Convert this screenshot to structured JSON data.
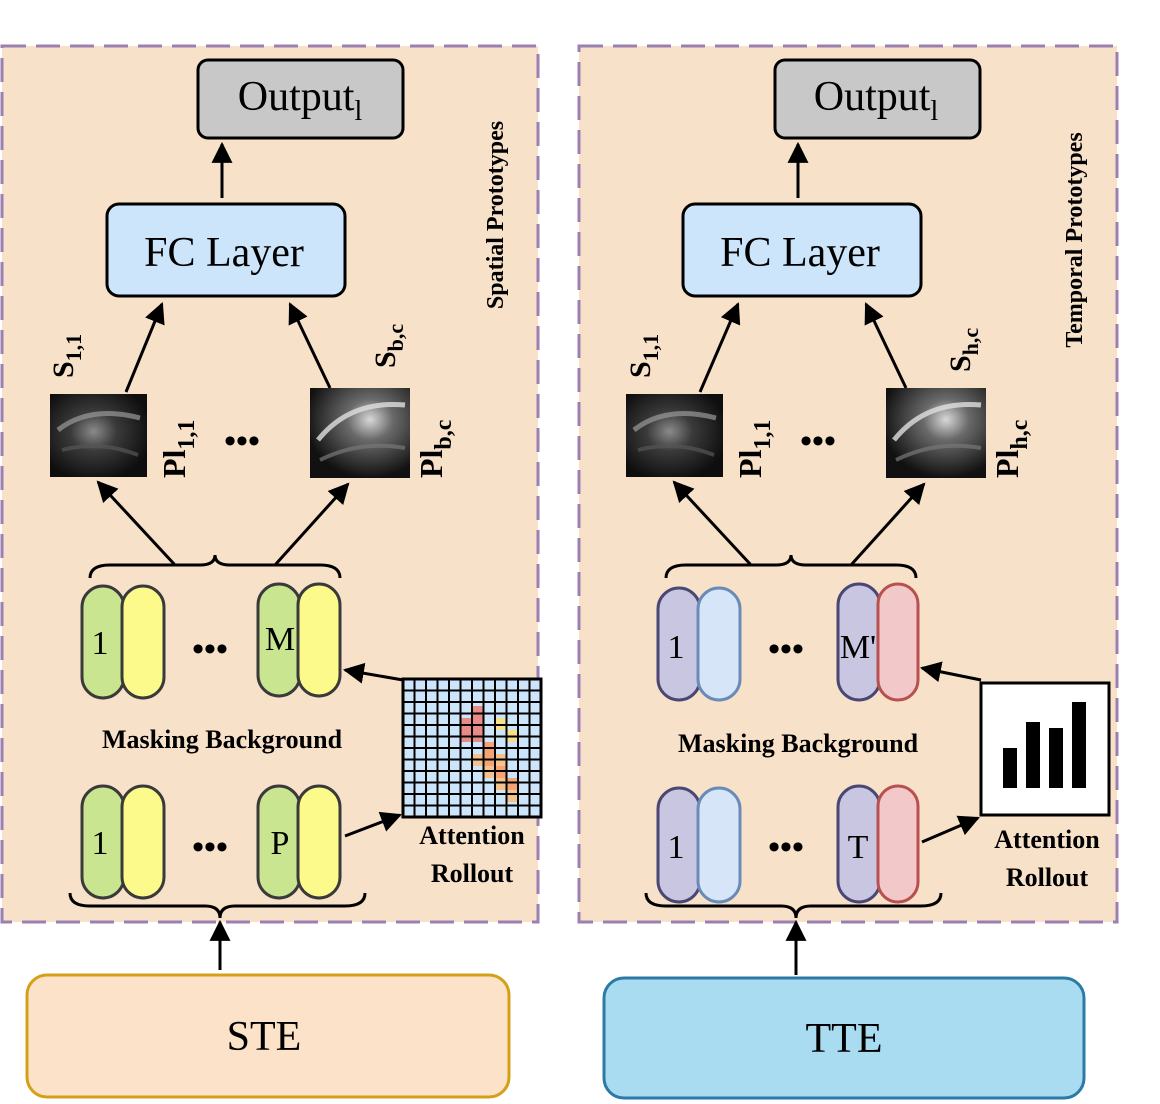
{
  "left": {
    "output": {
      "base": "Output",
      "sub": "l"
    },
    "fc_layer": "FC Layer",
    "side_label": "Spatial Prototypes",
    "proto_first": {
      "sim_base": "S",
      "sim_sub": "1,1",
      "pl_base": "Pl",
      "pl_sub": "1,1"
    },
    "proto_last": {
      "sim_base": "S",
      "sim_sub": "b,c",
      "pl_base": "Pl",
      "pl_sub": "b,c"
    },
    "ellipsis": "•••",
    "masked_tokens": {
      "first": "1",
      "last": "M"
    },
    "masking_label": "Masking Background",
    "input_tokens": {
      "first": "1",
      "last": "P"
    },
    "attention_label": [
      "Attention",
      "Rollout"
    ],
    "encoder": "STE",
    "colors": {
      "panel": "#f8e1c9",
      "token_a": "#c9e58f",
      "token_b": "#fbfa8a",
      "encoder_fill": "#fbe2c9",
      "encoder_stroke": "#d4a017"
    }
  },
  "right": {
    "output": {
      "base": "Output",
      "sub": "l"
    },
    "fc_layer": "FC Layer",
    "side_label": "Temporal Prototypes",
    "proto_first": {
      "sim_base": "S",
      "sim_sub": "1,1",
      "pl_base": "Pl",
      "pl_sub": "1,1"
    },
    "proto_last": {
      "sim_base": "S",
      "sim_sub": "h,c",
      "pl_base": "Pl",
      "pl_sub": "h,c"
    },
    "ellipsis": "•••",
    "masked_tokens": {
      "first": "1",
      "last": "M'"
    },
    "masking_label": "Masking Background",
    "input_tokens": {
      "first": "1",
      "last": "T"
    },
    "attention_label": [
      "Attention",
      "Rollout"
    ],
    "encoder": "TTE",
    "colors": {
      "panel": "#f8e1c9",
      "token_a": "#c8c6e0",
      "token_b": "#d6e6f8",
      "token_red": "#f2c8c8",
      "encoder_fill": "#a9dcf0",
      "encoder_stroke": "#2c7aa6"
    }
  }
}
